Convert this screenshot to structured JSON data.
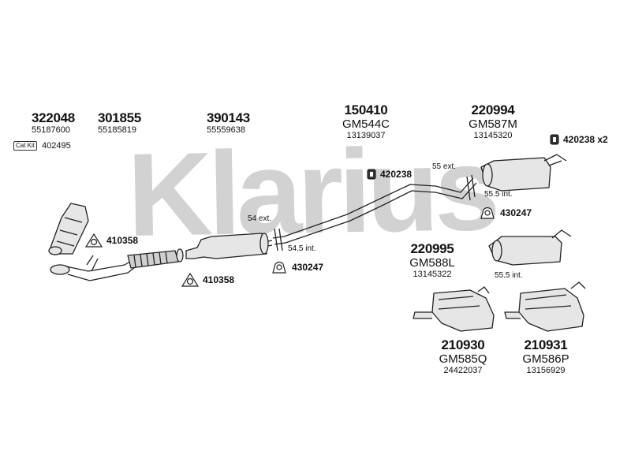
{
  "watermark": {
    "text": "Klarius",
    "color": "#d2d2d2"
  },
  "parts": {
    "p322048": {
      "number": "322048",
      "oem": "55187600"
    },
    "p301855": {
      "number": "301855",
      "oem": "55185819"
    },
    "p390143": {
      "number": "390143",
      "oem": "55559638"
    },
    "p150410": {
      "number": "150410",
      "code": "GM544C",
      "oem": "13139037"
    },
    "p220994": {
      "number": "220994",
      "code": "GM587M",
      "oem": "13145320"
    },
    "p220995": {
      "number": "220995",
      "code": "GM588L",
      "oem": "13145322"
    },
    "p210930": {
      "number": "210930",
      "code": "GM585Q",
      "oem": "24422037"
    },
    "p210931": {
      "number": "210931",
      "code": "GM586P",
      "oem": "13156929"
    }
  },
  "cat_kit": {
    "badge": "Cat Kit",
    "number": "402495"
  },
  "accessories": {
    "a410358_top": "410358",
    "a410358_bottom": "410358",
    "a430247_mid": "430247",
    "a430247_right": "430247",
    "a420238": "420238",
    "a420238_x2": "420238 x2"
  },
  "dimensions": {
    "d54_ext": "54 ext.",
    "d54_5_int": "54.5 int.",
    "d55_ext": "55 ext.",
    "d55_5_int_top": "55.5 int.",
    "d55_5_int_bottom": "55.5 int."
  },
  "colors": {
    "ink": "#111111",
    "part_fill": "#e6e6e6",
    "part_stroke": "#222222"
  }
}
